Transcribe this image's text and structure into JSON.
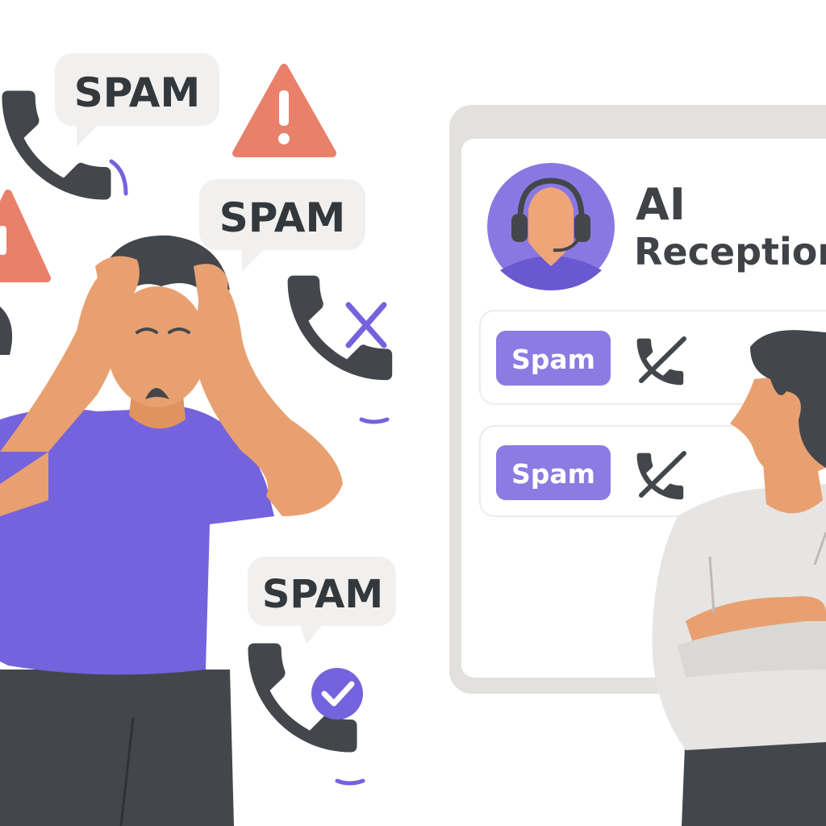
{
  "bubbles": [
    "SPAM",
    "SPAM",
    "SPAM"
  ],
  "panel": {
    "title_line1": "AI",
    "title_line2": "Reception",
    "rows": [
      {
        "label": "Spam",
        "icon": "call-blocked-icon"
      },
      {
        "label": "Spam",
        "icon": "call-blocked-icon"
      }
    ]
  },
  "colors": {
    "purple": "#7463DD",
    "pill": "#8B7BE3",
    "warning": "#E8806A",
    "skin": "#E9A070",
    "dark": "#43474B",
    "sweater": "#E6E5E3"
  }
}
